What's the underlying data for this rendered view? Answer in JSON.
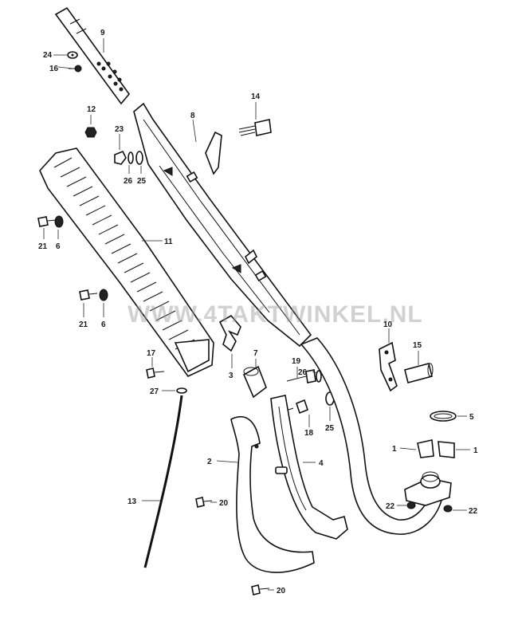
{
  "watermark": "WWW.4TAKTWINKEL.NL",
  "callouts": {
    "n1a": "1",
    "n1b": "1",
    "n2": "2",
    "n3": "3",
    "n4": "4",
    "n5": "5",
    "n6a": "6",
    "n6b": "6",
    "n7": "7",
    "n8": "8",
    "n9": "9",
    "n10": "10",
    "n11": "11",
    "n12": "12",
    "n13": "13",
    "n14": "14",
    "n15": "15",
    "n16": "16",
    "n17": "17",
    "n18": "18",
    "n19": "19",
    "n20a": "20",
    "n20b": "20",
    "n21a": "21",
    "n21b": "21",
    "n22a": "22",
    "n22b": "22",
    "n23": "23",
    "n24": "24",
    "n25a": "25",
    "n25b": "25",
    "n26a": "26",
    "n26b": "26",
    "n27": "27"
  }
}
